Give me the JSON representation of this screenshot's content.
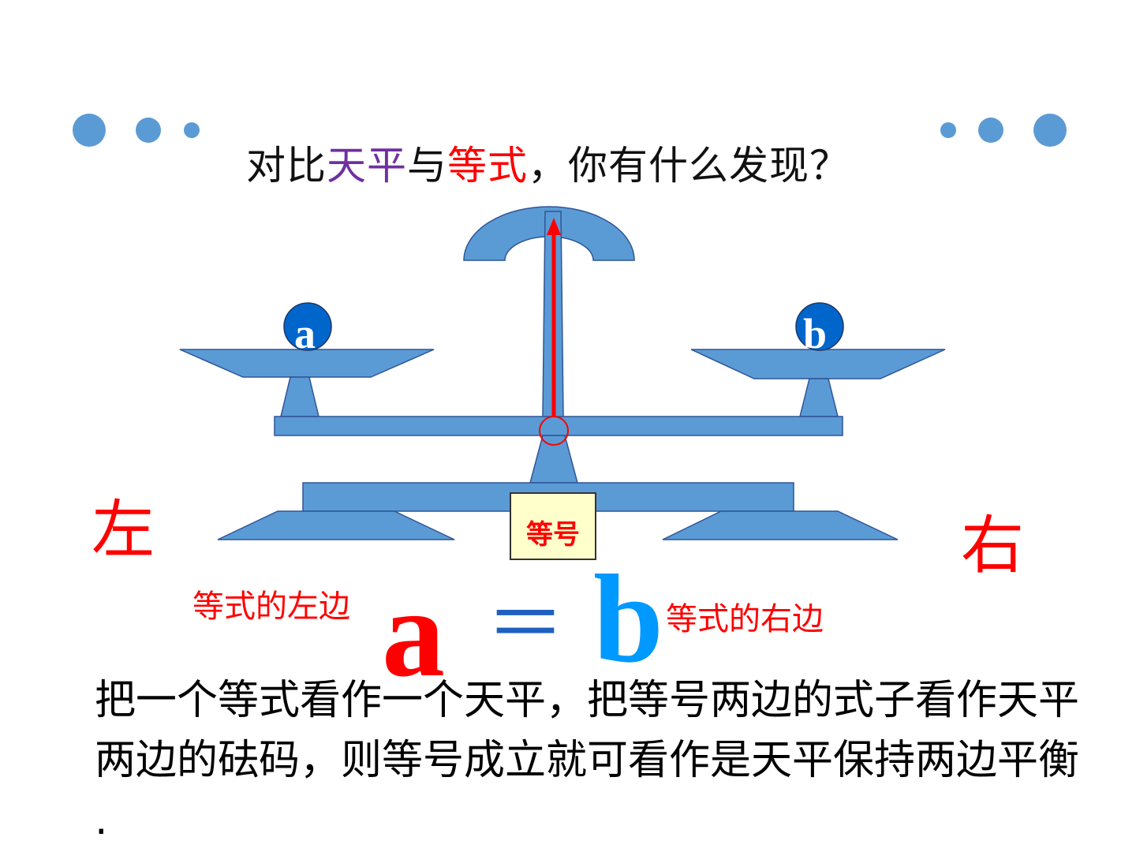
{
  "title": {
    "prefix": "对比",
    "highlight1": "天平",
    "middle": "与",
    "highlight2": "等式",
    "suffix": "，你有什么发现？"
  },
  "scale": {
    "left_weight": "a",
    "right_weight": "b",
    "equal_sign_box": "等号",
    "left_side": "左",
    "right_side": "右"
  },
  "equation": {
    "left_caption": "等式的左边",
    "left": "a",
    "operator": "＝",
    "right": "b",
    "right_caption": "等式的右边"
  },
  "description": "把一个等式看作一个天平，把等号两边的式子看作天平两边的砝码，则等号成立就可看作是天平保持两边平衡 .",
  "colors": {
    "scale_fill": "#5B9BD5",
    "weight_fill": "#0066CC",
    "accent_red": "#FF0000",
    "accent_purple": "#7030A0",
    "accent_blue": "#0099FF",
    "dots": "#5B9BD5"
  }
}
